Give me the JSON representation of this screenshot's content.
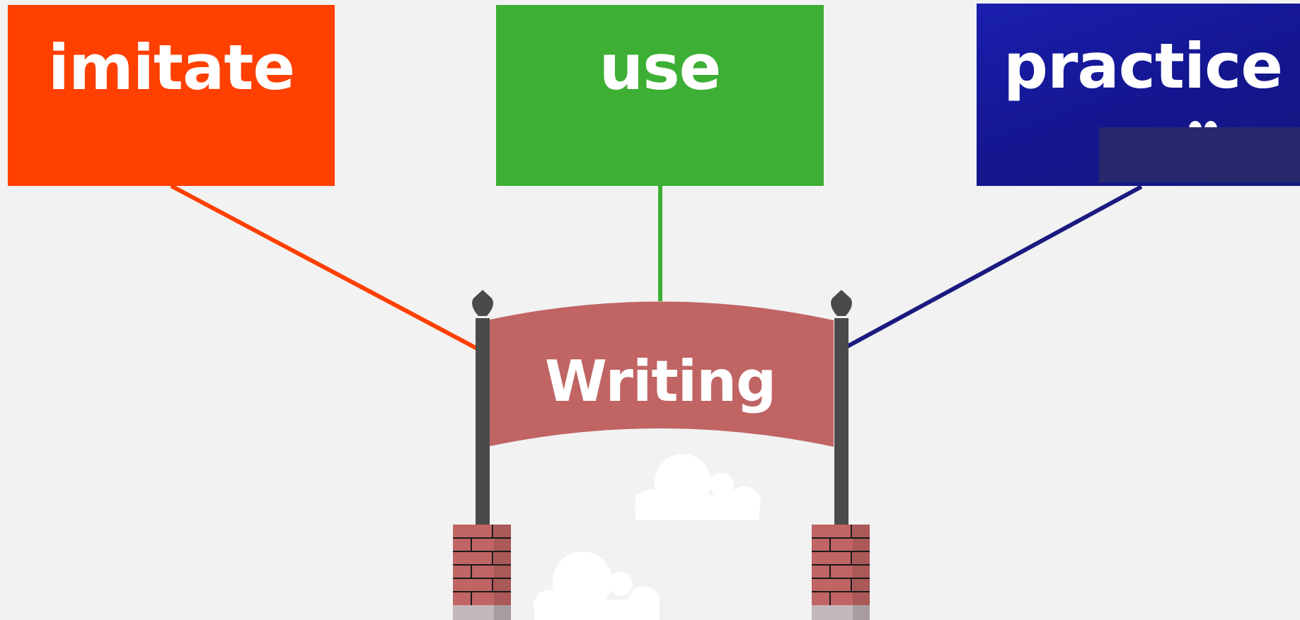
{
  "boxes": {
    "imitate": {
      "label": "imitate",
      "color": "#ff4000"
    },
    "use": {
      "label": "use",
      "color": "#3daf35"
    },
    "practice": {
      "label": "practice",
      "color": "#1a1fae"
    }
  },
  "arch": {
    "label": "Writing",
    "banner_color": "#c06464",
    "post_color": "#4a4a4a",
    "brick_color": "#c06464"
  },
  "connector_colors": {
    "imitate": "#ff4000",
    "use": "#3daf35",
    "practice": "#1a1a80"
  }
}
